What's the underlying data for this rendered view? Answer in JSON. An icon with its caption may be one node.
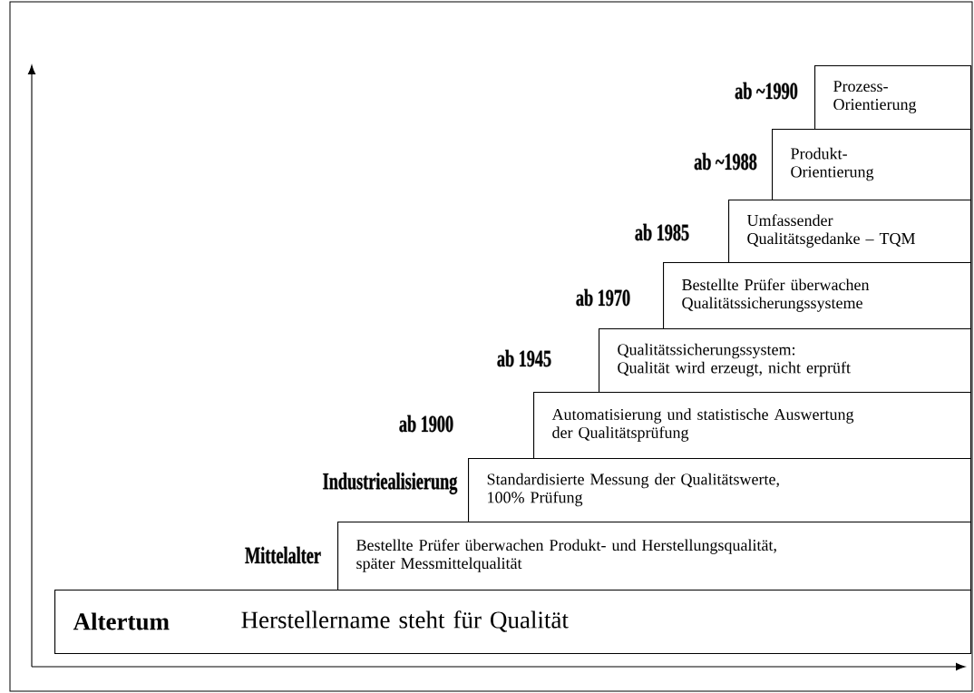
{
  "diagram": {
    "nodes": [
      {
        "text": [
          "Altertum",
          "Herstellername steht für Qualität"
        ]
      },
      {
        "text": [
          "Bestellte Prüfer überwachen Produkt- und Herstellungsqualität, später Messmittelqualität"
        ],
        "beside": [
          "Mittelalter"
        ]
      },
      {
        "text": [
          "Standardisierte Messung der Qualitätswerte, 100% Prüfung"
        ],
        "beside": [
          "Industriealisierung"
        ]
      },
      {
        "text": [
          "Automatisierung und statistische Auswertung der Qualitätsprüfung"
        ],
        "beside": [
          "ab 1900"
        ]
      },
      {
        "text": [
          "Qualitätssicherungssystem: Qualität wird erzeugt, nicht erprüft"
        ],
        "beside": [
          "ab 1945"
        ]
      },
      {
        "text": [
          "Bestellte Prüfer überwachen Qualitätssicherungssysteme"
        ],
        "beside": [
          "ab 1970"
        ]
      },
      {
        "text": [
          "Umfassender Qualitätsgedanke – TQM"
        ],
        "beside": [
          "ab 1985"
        ]
      },
      {
        "text": [
          "Produkt- Orientierung"
        ],
        "beside": [
          "ab ~1988"
        ]
      },
      {
        "text": [
          "Prozess- Orientierung"
        ],
        "beside": [
          "ab ~1990"
        ]
      }
    ]
  }
}
